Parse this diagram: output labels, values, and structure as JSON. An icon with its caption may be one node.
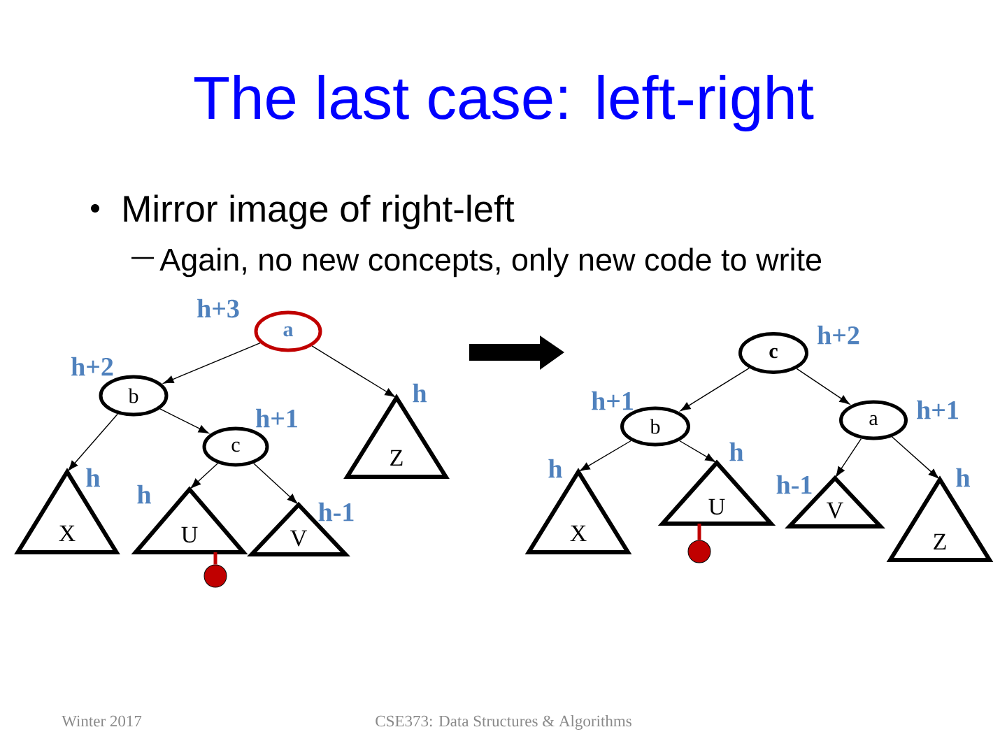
{
  "diagram": {
    "title": "The last case: left-right",
    "nodes": [
      {
        "text": [
          "a"
        ],
        "beside": [
          "h+3"
        ]
      },
      {
        "text": [
          "b"
        ],
        "beside": [
          "h+2"
        ]
      },
      {
        "text": [
          "c"
        ],
        "beside": [
          "h+1"
        ]
      },
      {
        "text": [
          "X"
        ],
        "beside": [
          "h"
        ]
      },
      {
        "text": [
          "U"
        ],
        "beside": [
          "h"
        ]
      },
      {
        "text": [
          "V"
        ],
        "beside": [
          "h-1"
        ]
      },
      {
        "text": [
          "Z"
        ],
        "beside": [
          "h"
        ]
      },
      {
        "text": [],
        "shape": "circle"
      },
      {
        "text": [
          "c"
        ],
        "beside": [
          "h+2"
        ]
      },
      {
        "text": [
          "b"
        ],
        "beside": [
          "h+1"
        ]
      },
      {
        "text": [
          "a"
        ],
        "beside": [
          "h+1"
        ]
      },
      {
        "text": [
          "X"
        ],
        "beside": [
          "h"
        ]
      },
      {
        "text": [
          "U"
        ],
        "beside": [
          "h"
        ]
      },
      {
        "text": [
          "V"
        ],
        "beside": [
          "h-1"
        ]
      },
      {
        "text": [
          "Z"
        ],
        "beside": [
          "h"
        ]
      },
      {
        "text": [],
        "shape": "circle"
      }
    ],
    "edges": [
      {
        "from": 0,
        "to": 1,
        "arrow": "to"
      },
      {
        "from": 0,
        "to": 6,
        "arrow": "to"
      },
      {
        "from": 1,
        "to": 3,
        "arrow": "to"
      },
      {
        "from": 1,
        "to": 2,
        "arrow": "to"
      },
      {
        "from": 2,
        "to": 4,
        "arrow": "to"
      },
      {
        "from": 2,
        "to": 5,
        "arrow": "to"
      },
      {
        "from": 4,
        "to": 7,
        "arrow": "none",
        "style": "thick",
        "color": "#c00000"
      },
      {
        "from": 8,
        "to": 9,
        "arrow": "to"
      },
      {
        "from": 8,
        "to": 10,
        "arrow": "to"
      },
      {
        "from": 9,
        "to": 11,
        "arrow": "to"
      },
      {
        "from": 9,
        "to": 12,
        "arrow": "to"
      },
      {
        "from": 10,
        "to": 13,
        "arrow": "to"
      },
      {
        "from": 10,
        "to": 14,
        "arrow": "to"
      },
      {
        "from": 12,
        "to": 15,
        "arrow": "none",
        "style": "thick",
        "color": "#c00000"
      }
    ],
    "labels": [
      "Mirror image of right-left",
      "Again, no new concepts, only new code to write",
      "Winter 2017",
      "CSE373: Data Structures & Algorithms"
    ]
  }
}
